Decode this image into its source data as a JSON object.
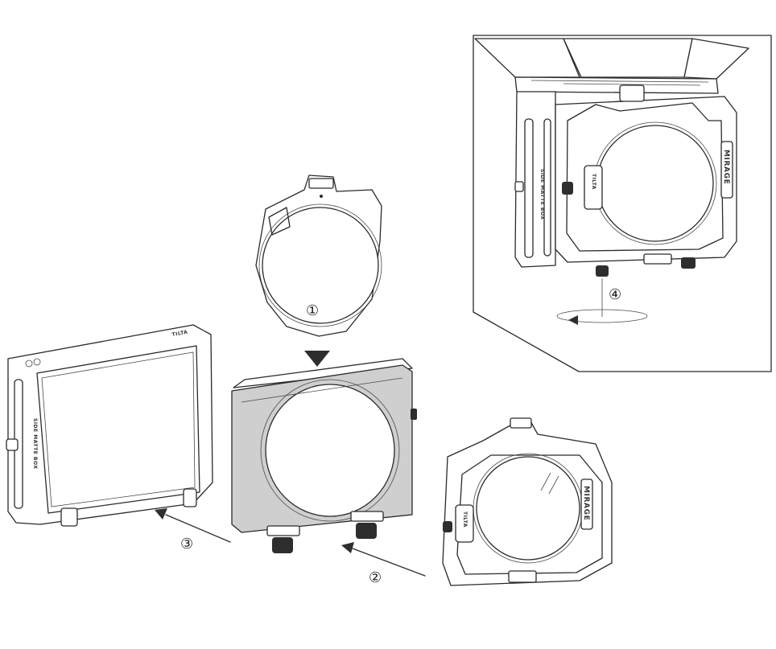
{
  "steps": [
    {
      "number": "①"
    },
    {
      "number": "②"
    },
    {
      "number": "③"
    },
    {
      "number": "④"
    }
  ],
  "labels": {
    "brand": "MIRAGE",
    "side_engraving": "SIDE MATTE BOX",
    "top_engraving": "TILTA"
  },
  "colors": {
    "line": "#2a2a2a",
    "body_fill": "#cfcfcf",
    "knob": "#2e2e2e"
  }
}
